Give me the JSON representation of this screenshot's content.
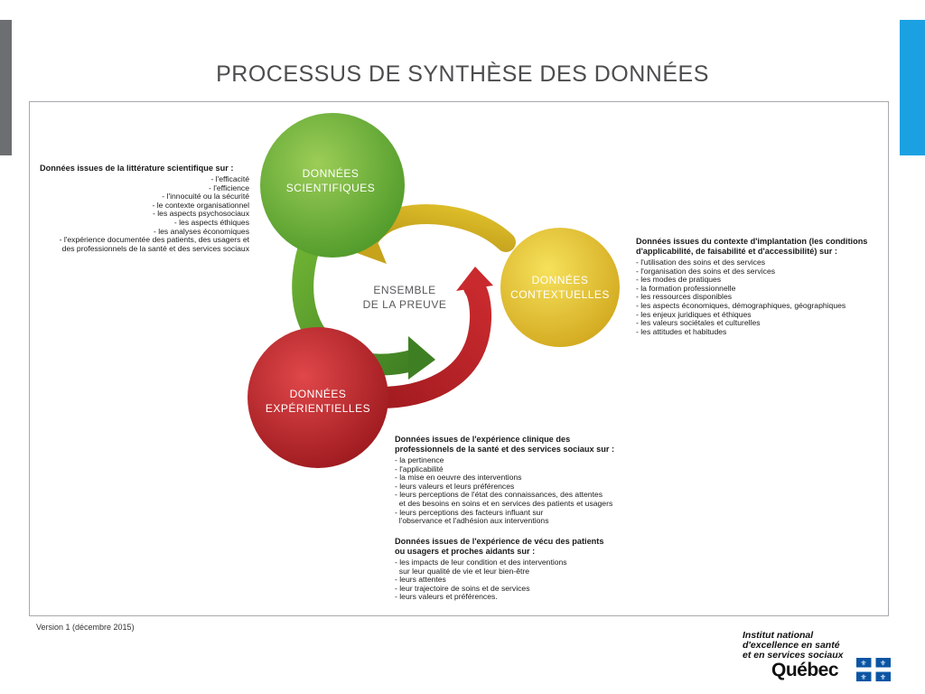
{
  "title": "PROCESSUS DE SYNTHÈSE DES DONNÉES",
  "diagram": {
    "center": [
      "ENSEMBLE",
      "DE LA PREUVE"
    ],
    "nodes": [
      {
        "id": "scientifiques",
        "lines": [
          "DONNÉES",
          "SCIENTIFIQUES"
        ],
        "color": "#6fb334"
      },
      {
        "id": "contextuelles",
        "lines": [
          "DONNÉES",
          "CONTEXTUELLES"
        ],
        "color": "#e6c624"
      },
      {
        "id": "experientielles",
        "lines": [
          "DONNÉES",
          "EXPÉRIENTIELLES"
        ],
        "color": "#b81e24"
      }
    ]
  },
  "left_block": {
    "heading": "Données issues de la littérature scientifique sur :",
    "items": [
      "- l'efficacité",
      "- l'efficience",
      "- l'innocuité ou la sécurité",
      "- le contexte organisationnel",
      "- les aspects psychosociaux",
      "- les aspects éthiques",
      "- les analyses économiques",
      "- l'expérience documentée des patients, des usagers et",
      "des professionnels de la santé et des services sociaux"
    ]
  },
  "right_block": {
    "heading": [
      "Données issues du contexte d'implantation (les conditions",
      "d'applicabilité, de faisabilité et d'accessibilité) sur :"
    ],
    "items": [
      "- l'utilisation des soins et des services",
      "- l'organisation des soins et des services",
      "- les modes de pratiques",
      "- la formation professionnelle",
      "- les ressources disponibles",
      "- les aspects économiques, démographiques, géographiques",
      "- les enjeux juridiques et éthiques",
      "- les valeurs sociétales et culturelles",
      "- les attitudes et habitudes"
    ]
  },
  "bottom_block_1": {
    "heading": [
      "Données issues de l'expérience clinique des",
      "professionnels de la santé et des services sociaux sur :"
    ],
    "items": [
      "- la pertinence",
      "- l'applicabilité",
      "- la mise en oeuvre des interventions",
      "- leurs valeurs et leurs préférences",
      "- leurs perceptions de l'état des connaissances, des attentes",
      "  et des besoins en soins et en services des patients et usagers",
      "- leurs perceptions des facteurs influant sur",
      "  l'observance et l'adhésion aux interventions"
    ]
  },
  "bottom_block_2": {
    "heading": [
      "Données issues de l'expérience de vécu des patients",
      "ou usagers et proches aidants sur :"
    ],
    "items": [
      "- les impacts de leur condition et des interventions",
      "  sur leur qualité de vie et leur bien-être",
      "- leurs attentes",
      "- leur trajectoire de soins et de services",
      "- leurs valeurs et préférences."
    ]
  },
  "footer": {
    "version": "Version 1 (décembre 2015)",
    "logo_lines": [
      "Institut national",
      "d'excellence en santé",
      "et en services sociaux"
    ],
    "logo_quebec": "Québec"
  }
}
